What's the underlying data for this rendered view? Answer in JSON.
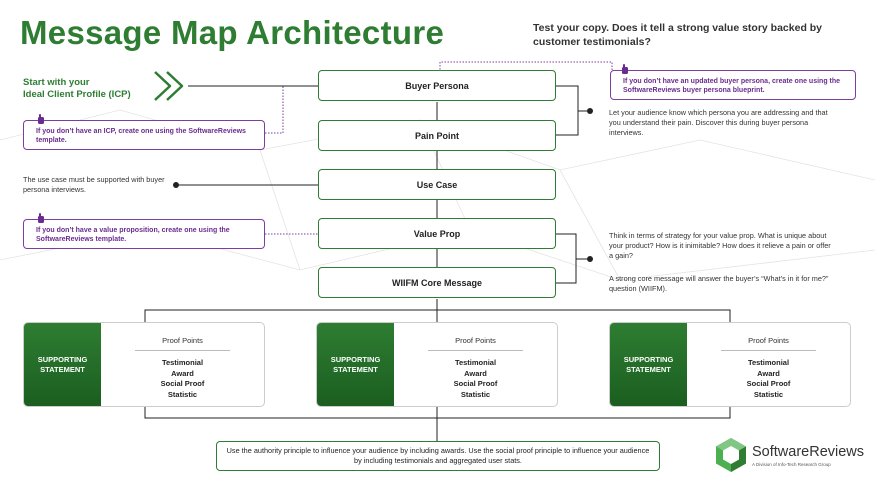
{
  "title": "Message Map Architecture",
  "subtitle": "Test your copy. Does it tell a strong value story backed by customer testimonials?",
  "icp": {
    "line1": "Start with your",
    "line2": "Ideal Client Profile (ICP)"
  },
  "flow": [
    "Buyer Persona",
    "Pain Point",
    "Use Case",
    "Value Prop",
    "WIIFM Core Message"
  ],
  "notes": {
    "icp": "If you don’t have an ICP, create one using the SoftwareReviews template.",
    "persona": "If you don’t have an updated buyer persona, create one using the SoftwareReviews buyer persona blueprint.",
    "value": "If you don’t have a value proposition, create one using the SoftwareReviews template."
  },
  "side": {
    "persona_pain": "Let your audience know which persona you are addressing and that you understand their pain. Discover this during buyer persona interviews.",
    "use_case": "The use case must be supported with buyer persona interviews.",
    "value_p1": "Think in terms of strategy for your value prop. What is unique about your product? How is it inimitable? How does it relieve a pain or offer a gain?",
    "value_p2": "A strong core message will answer the buyer’s “What’s in it for me?” question (WIIFM)."
  },
  "cards": [
    {
      "label": "SUPPORTING STATEMENT",
      "heading": "Proof Points",
      "items": [
        "Testimonial",
        "Award",
        "Social Proof",
        "Statistic"
      ]
    },
    {
      "label": "SUPPORTING STATEMENT",
      "heading": "Proof Points",
      "items": [
        "Testimonial",
        "Award",
        "Social Proof",
        "Statistic"
      ]
    },
    {
      "label": "SUPPORTING STATEMENT",
      "heading": "Proof Points",
      "items": [
        "Testimonial",
        "Award",
        "Social Proof",
        "Statistic"
      ]
    }
  ],
  "bottom": "Use the authority principle to influence your audience by including awards. Use the social proof principle to influence your audience by including testimonials and aggregated user stats.",
  "logo": {
    "name": "SoftwareReviews",
    "tagline": "A Division of Info-Tech Research Group"
  },
  "colors": {
    "green": "#2e7d32",
    "purple": "#7b3fa0"
  }
}
